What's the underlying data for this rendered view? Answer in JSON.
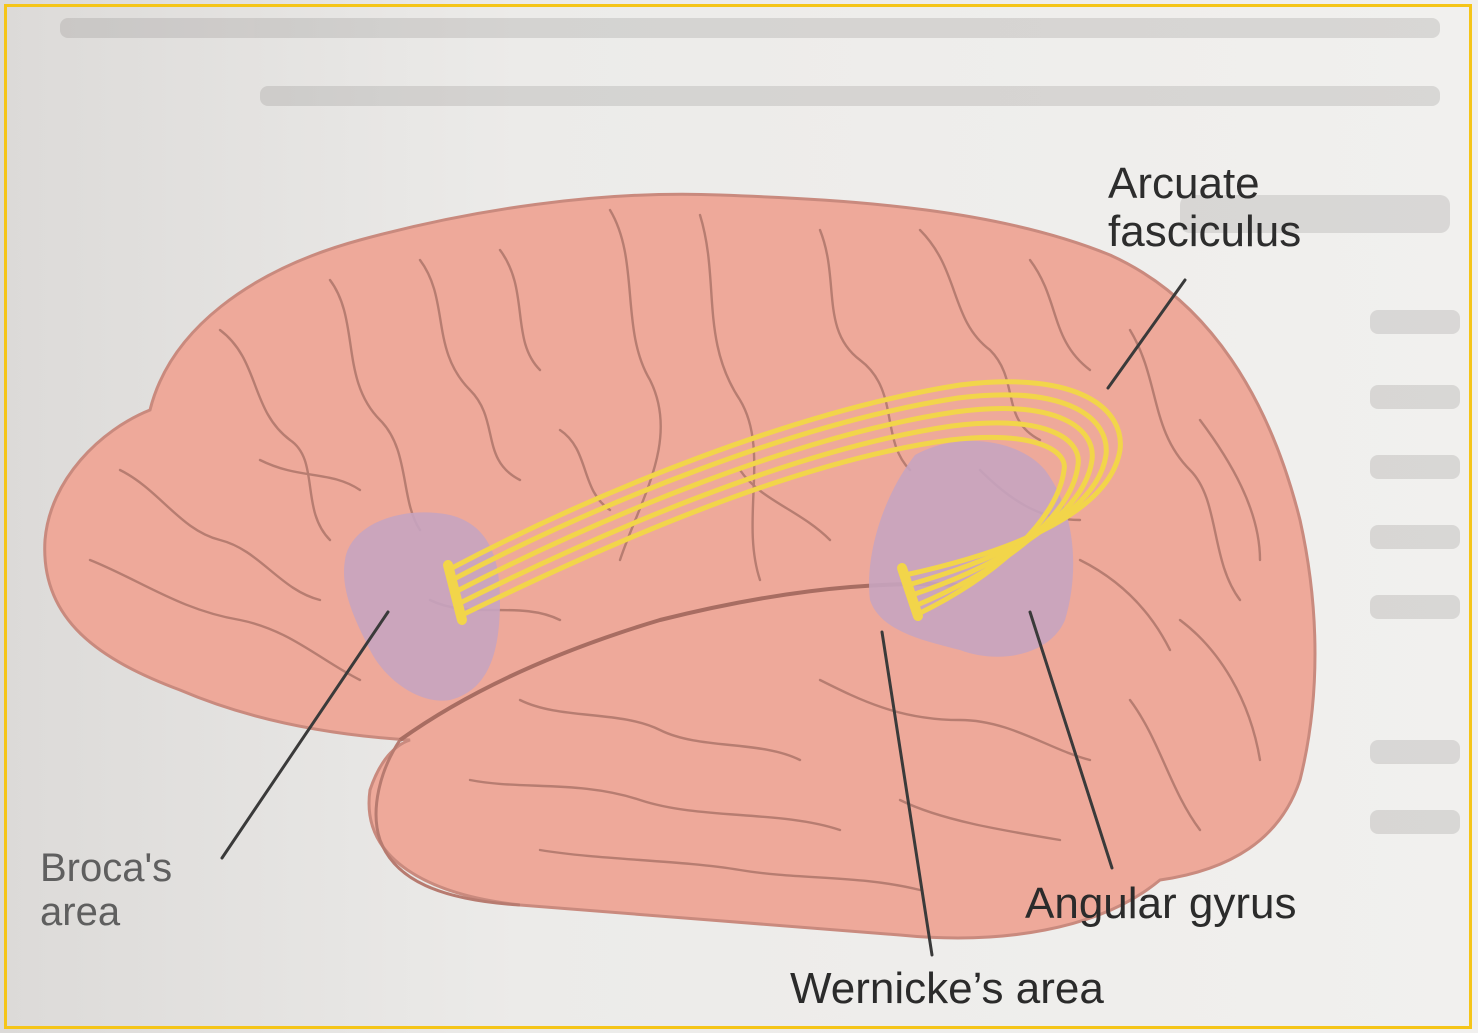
{
  "labels": {
    "arcuate_line1": "Arcuate",
    "arcuate_line2": "fasciculus",
    "broca_line1": "Broca's",
    "broca_line2": "area",
    "angular": "Angular gyrus",
    "wernicke": "Wernicke’s area"
  },
  "colors": {
    "brain": "#eea99a",
    "sulcus": "#b87a6e",
    "region": "#c7a4c0",
    "fasciculus": "#f2d54a",
    "frame": "#f5c518",
    "background": "#e9e7e4"
  }
}
